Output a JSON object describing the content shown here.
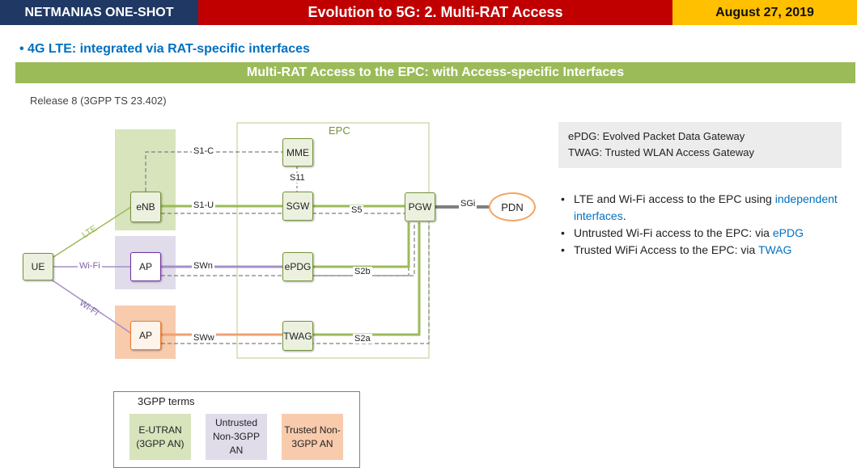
{
  "header": {
    "left": "NETMANIAS ONE-SHOT",
    "title": "Evolution to 5G: 2. Multi-RAT Access",
    "date": "August 27, 2019"
  },
  "subtitle": "• 4G LTE: integrated via RAT-specific interfaces",
  "banner": "Multi-RAT Access to the EPC: with Access-specific Interfaces",
  "release": "Release 8 (3GPP TS 23.402)",
  "diagram": {
    "epc_label": "EPC",
    "nodes": {
      "ue": "UE",
      "enb": "eNB",
      "ap_untrusted": "AP",
      "ap_trusted": "AP",
      "mme": "MME",
      "sgw": "SGW",
      "epdg": "ePDG",
      "twag": "TWAG",
      "pgw": "PGW",
      "pdn": "PDN"
    },
    "links": {
      "lte": "LTE",
      "wifi1": "Wi-Fi",
      "wifi2": "Wi-Fi",
      "s1c": "S1-C",
      "s1u": "S1-U",
      "s11": "S11",
      "s5": "S5",
      "swn": "SWn",
      "s2b": "S2b",
      "sww": "SWw",
      "s2a": "S2a",
      "sgi": "SGi"
    },
    "colors": {
      "green": "#9bbb59",
      "purple": "#a68fc7",
      "orange": "#f0a070",
      "gray": "#7f7f7f"
    }
  },
  "definitions": [
    "ePDG: Evolved Packet Data Gateway",
    "TWAG: Trusted WLAN Access Gateway"
  ],
  "bullets": [
    {
      "text": "LTE and Wi-Fi access to the EPC using ",
      "highlight": "independent interfaces",
      "tail": "."
    },
    {
      "text": "Untrusted Wi-Fi access to the EPC: via ",
      "highlight": "ePDG",
      "tail": ""
    },
    {
      "text": "Trusted WiFi Access to the EPC: via ",
      "highlight": "TWAG",
      "tail": ""
    }
  ],
  "terms": {
    "title": "3GPP terms",
    "items": [
      {
        "label": "E-UTRAN (3GPP AN)",
        "color": "#d7e4bc"
      },
      {
        "label": "Untrusted Non-3GPP AN",
        "color": "#e0dcea"
      },
      {
        "label": "Trusted Non-3GPP AN",
        "color": "#f8cbad"
      }
    ]
  }
}
